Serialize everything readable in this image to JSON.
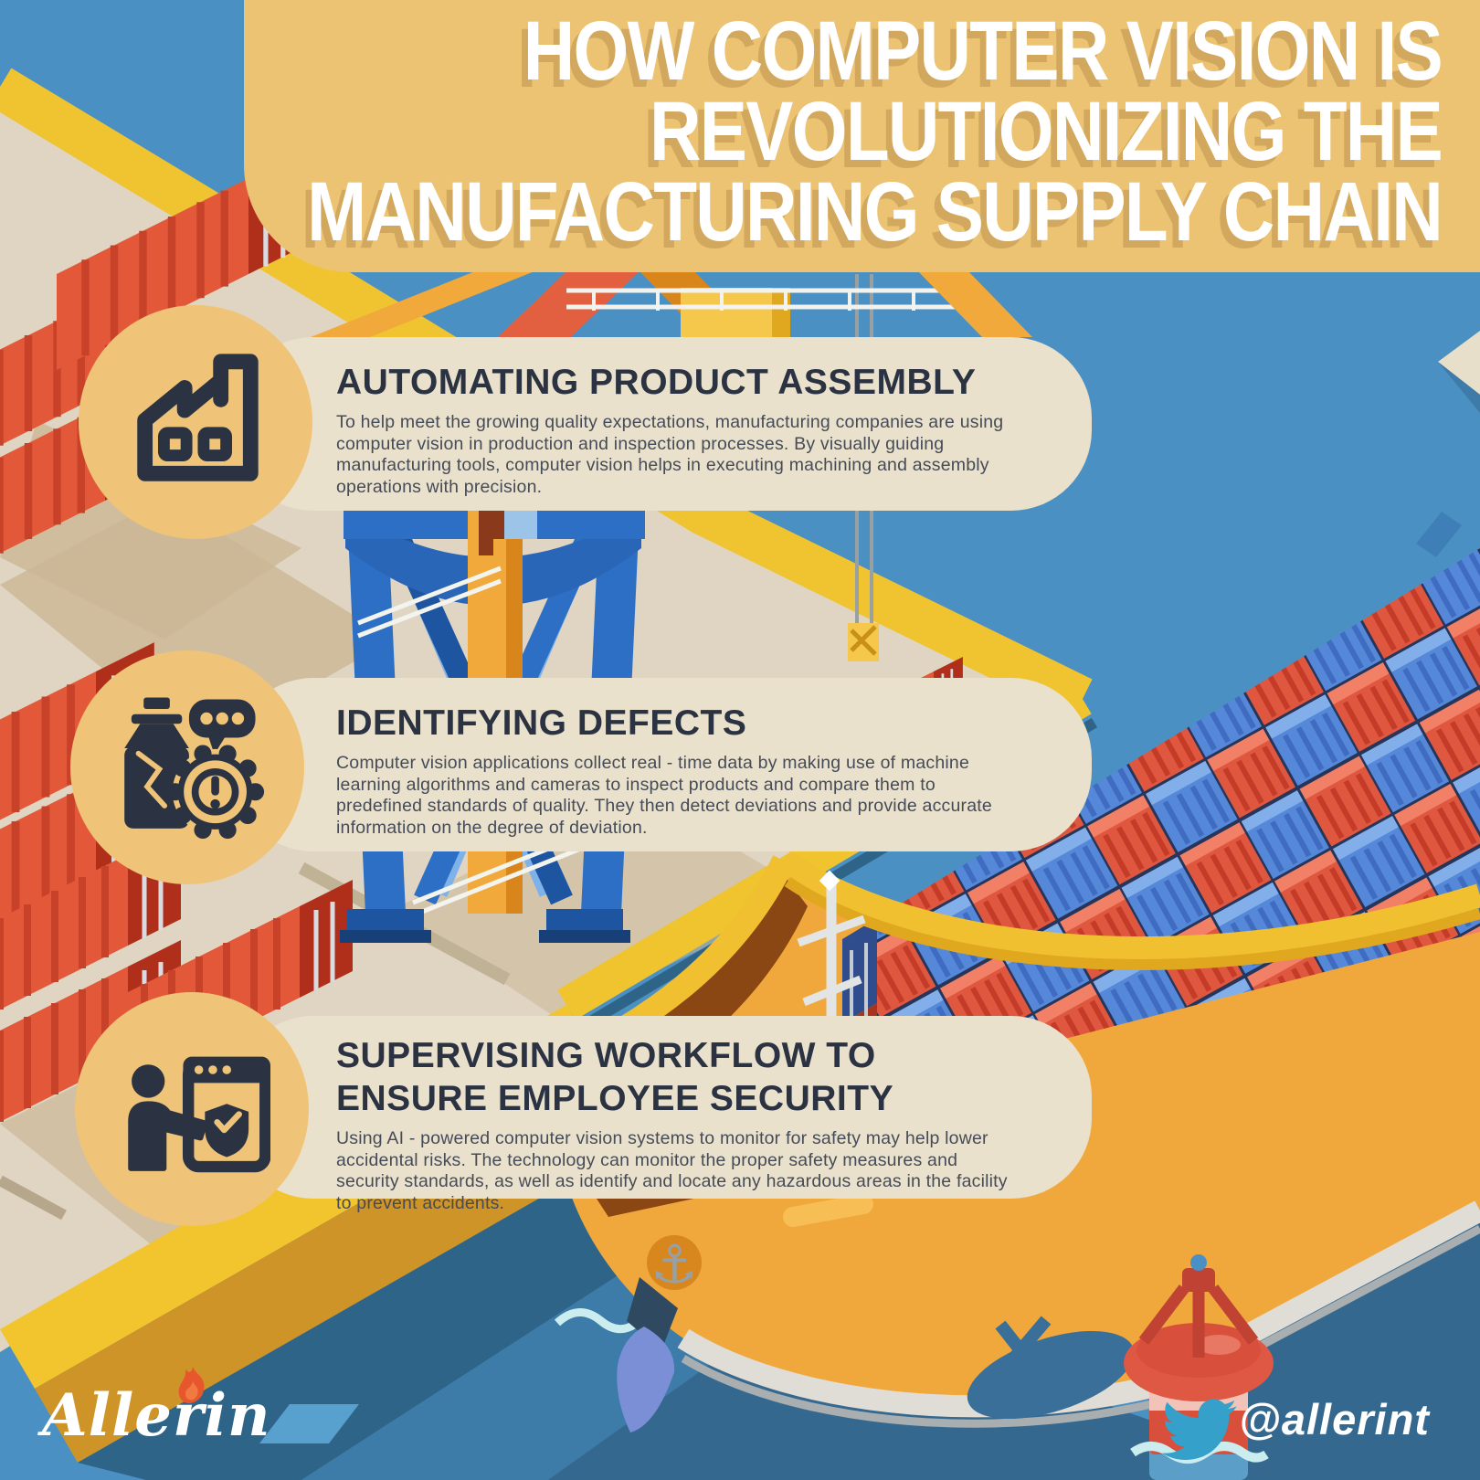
{
  "title": {
    "line1": "HOW COMPUTER VISION IS",
    "line2": "REVOLUTIONIZING THE",
    "line3": "MANUFACTURING SUPPLY CHAIN"
  },
  "sections": [
    {
      "id": "automating-product-assembly",
      "icon": "factory-icon",
      "heading": "AUTOMATING PRODUCT ASSEMBLY",
      "body": "To help meet the growing quality expectations, manufacturing companies are using computer vision in production and inspection processes. By visually guiding manufacturing tools, computer vision helps in executing machining and assembly operations with precision."
    },
    {
      "id": "identifying-defects",
      "icon": "defect-inspection-icon",
      "heading": "IDENTIFYING DEFECTS",
      "body": "Computer vision applications collect real - time data by making use of machine learning algorithms and cameras to inspect products and compare them to predefined standards of quality. They then detect deviations and provide accurate information on the degree of deviation."
    },
    {
      "id": "supervising-workflow-employee-security",
      "icon": "workflow-security-icon",
      "heading": "SUPERVISING WORKFLOW TO ENSURE EMPLOYEE SECURITY",
      "body": "Using AI - powered computer vision systems to monitor for safety may help lower accidental risks. The technology can monitor the proper safety measures and security standards, as well as identify and locate any hazardous areas in the facility to prevent accidents."
    }
  ],
  "footer": {
    "brand": "Allerin",
    "twitter_handle": "@allerint"
  },
  "colors": {
    "banner": "#ECC372",
    "title_text": "#FFFFFF",
    "title_shadow": "#D2A85E",
    "panel": "#EAE1CD",
    "icon_circle": "#EFC478",
    "icon_ink": "#2B3342",
    "heading_text": "#2B3342",
    "body_text": "#454B57",
    "sky": "#4B90C3",
    "dock": "#DFD5C2",
    "quay_yellow": "#F0C431",
    "container_red": "#E05740",
    "container_blue": "#5588D8",
    "crane_blue": "#2D6FC4",
    "hull_orange": "#F0A83C",
    "water_dark": "#35688F",
    "buoy_red": "#D84F3B",
    "twitter_blue": "#35A0C9"
  }
}
